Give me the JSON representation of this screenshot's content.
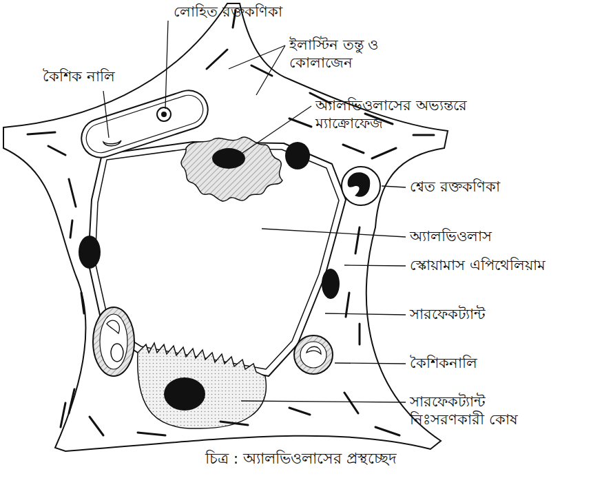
{
  "diagram": {
    "caption": "চিত্র : অ্যালভিওলাসের প্রস্থচ্ছেদ",
    "labels": [
      "লোহিত রক্তকণিকা",
      "কৈশিক নালি",
      "ইলাস্টিন তন্তু ও কোলাজেন",
      "অ্যালভিওলাসের অভ্যন্তরে ম্যাক্রোফেজ",
      "শ্বেত রক্তকণিকা",
      "অ্যালভিওলাস",
      "স্কোয়ামাস এপিথেলিয়াম",
      "সারফেকট্যান্ট",
      "কৈশিকনালি",
      "সারফেকট্যান্ট নিঃসরণকারী কোষ"
    ]
  }
}
